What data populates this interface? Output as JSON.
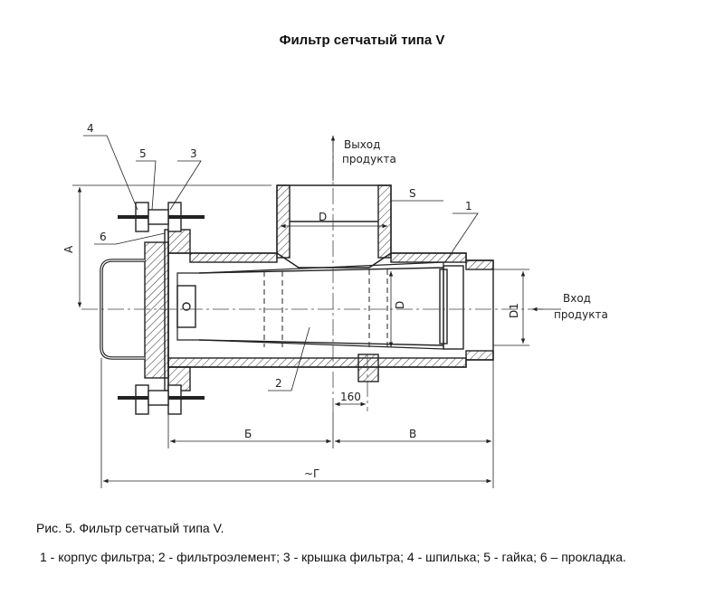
{
  "title": "Фильтр сетчатый типа V",
  "drawing": {
    "outlet_label_line1": "Выход",
    "outlet_label_line2": "продукта",
    "inlet_label_line1": "Вход",
    "inlet_label_line2": "продукта",
    "dim_s": "S",
    "dim_d": "D",
    "dim_d_inner": "D",
    "dim_d1": "D1",
    "dim_a": "A",
    "dim_b": "Б",
    "dim_v": "В",
    "dim_g": "~Г",
    "dim_160": "160",
    "callouts": [
      "1",
      "2",
      "3",
      "4",
      "5",
      "6"
    ]
  },
  "caption": "Рис. 5. Фильтр сетчатый типа V.",
  "legend": "1 - корпус фильтра; 2 - фильтроэлемент; 3 - крышка фильтра; 4 - шпилька; 5 - гайка;  6 – прокладка."
}
